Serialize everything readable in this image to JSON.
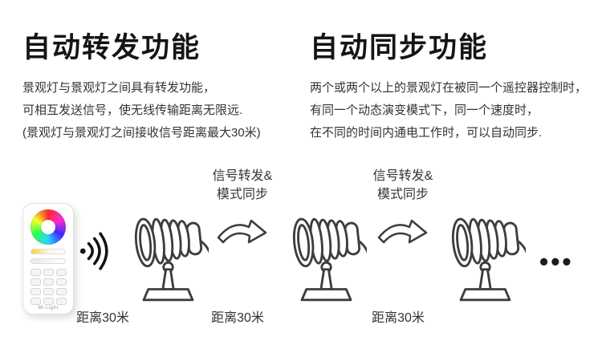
{
  "left_section": {
    "title": "自动转发功能",
    "line1": "景观灯与景观灯之间具有转发功能，",
    "line2": "可相互发送信号，使无线传输距离无限远.",
    "line3": "(景观灯与景观灯之间接收信号距离最大30米)"
  },
  "right_section": {
    "title": "自动同步功能",
    "line1": "两个或两个以上的景观灯在被同一个遥控器控制时，",
    "line2": "有同一个动态演变模式下，同一个速度时，",
    "line3": "在不同的时间内通电工作时，可以自动同步."
  },
  "diagram": {
    "relay_label_line1": "信号转发&",
    "relay_label_line2": "模式同步",
    "distance1": "距离30米",
    "distance2": "距离30米",
    "distance3": "距离30米",
    "ellipsis": "•••",
    "remote_brand": "Mi·Light"
  },
  "colors": {
    "heading_text": "#151515",
    "body_text": "#333333",
    "line_art": "#3d3d3d"
  }
}
